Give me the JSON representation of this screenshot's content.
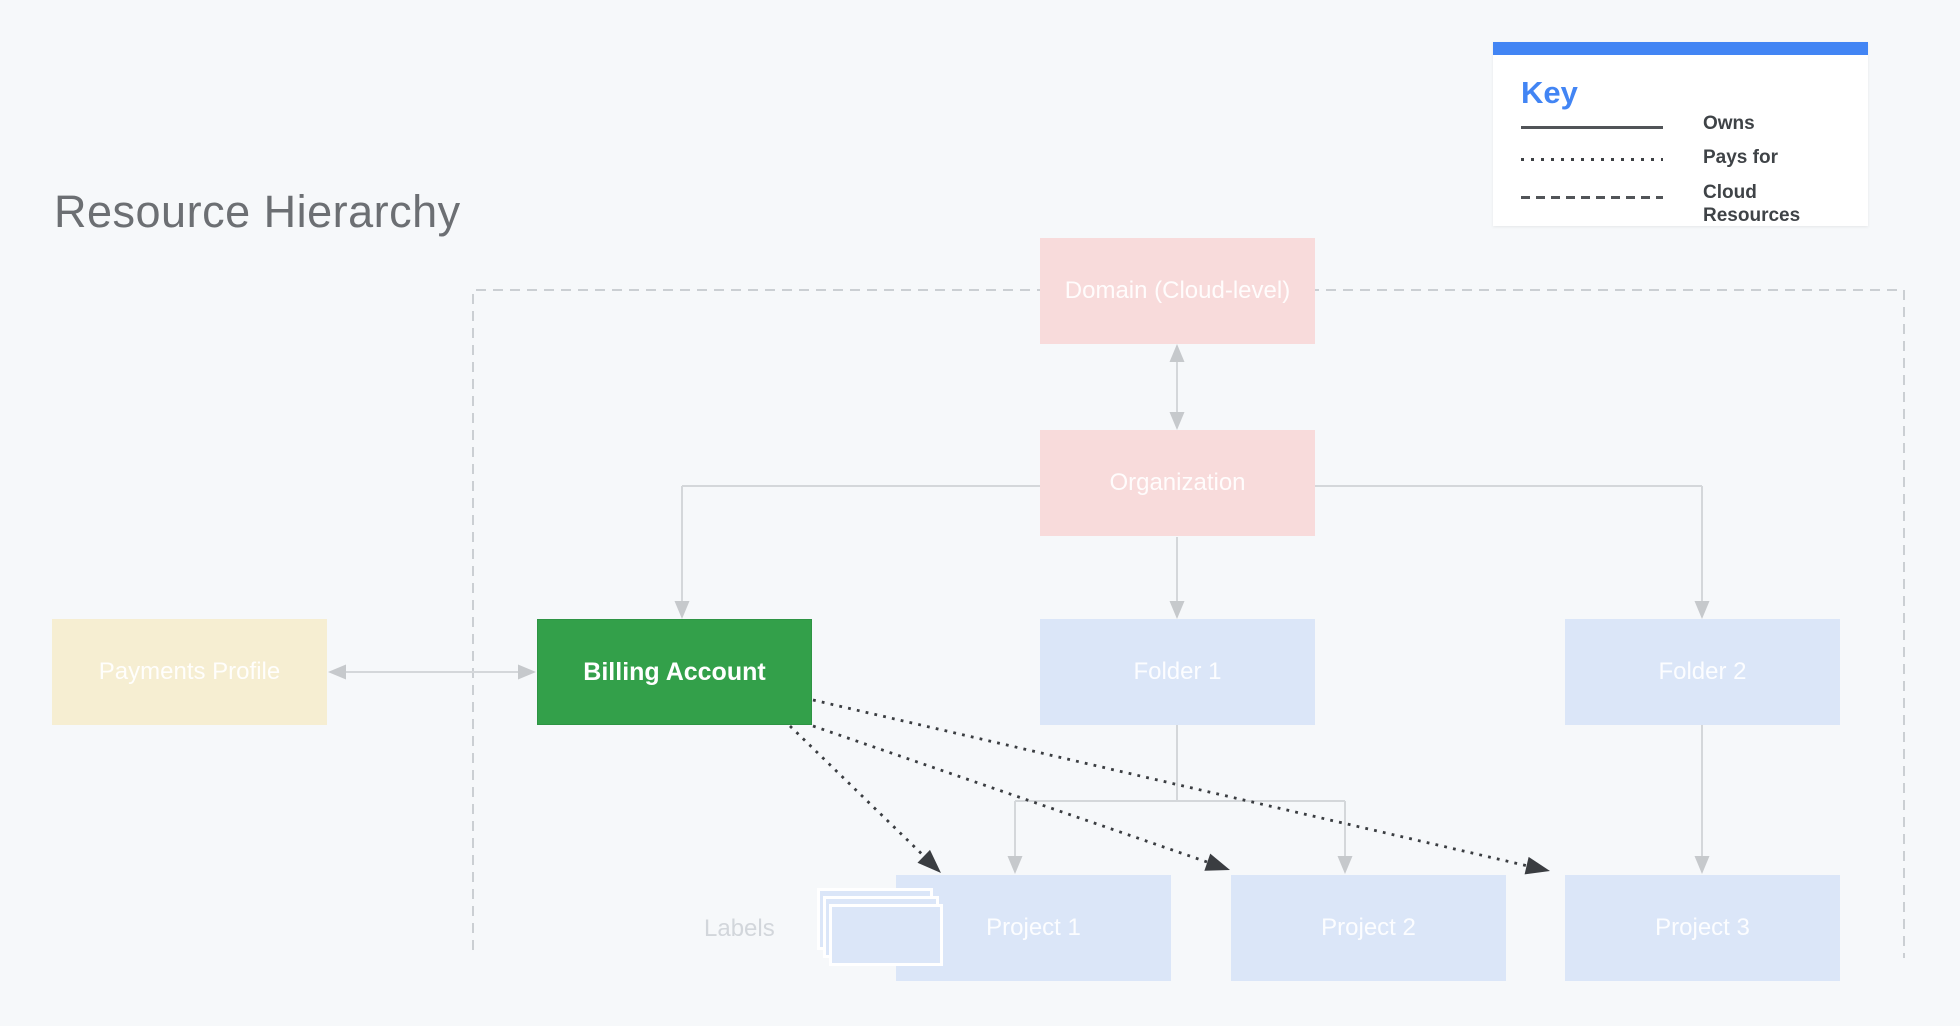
{
  "title": "Resource Hierarchy",
  "key": {
    "heading": "Key",
    "items": [
      {
        "style": "solid",
        "label": "Owns"
      },
      {
        "style": "dotted",
        "label": "Pays for"
      },
      {
        "style": "dashed",
        "label": "Cloud Resources"
      }
    ]
  },
  "nodes": {
    "domain": {
      "label": "Domain (Cloud-level)",
      "color": "#f8dbdb"
    },
    "organization": {
      "label": "Organization",
      "color": "#f8dbdb"
    },
    "payments": {
      "label": "Payments Profile",
      "color": "#f6eed2"
    },
    "billing": {
      "label": "Billing Account",
      "color": "#33a04a"
    },
    "folder1": {
      "label": "Folder 1",
      "color": "#dbe6f8"
    },
    "folder2": {
      "label": "Folder 2",
      "color": "#dbe6f8"
    },
    "project1": {
      "label": "Project 1",
      "color": "#dbe6f8"
    },
    "project2": {
      "label": "Project 2",
      "color": "#dbe6f8"
    },
    "project3": {
      "label": "Project 3",
      "color": "#dbe6f8"
    }
  },
  "labels_caption": "Labels",
  "colors": {
    "background": "#f6f8fa",
    "accent_blue": "#4285f4",
    "connector_gray": "#d4d7da",
    "arrowhead_gray": "#c6c9cc",
    "dashed_boundary_gray": "#cbcfd3",
    "pays_for_black": "#3a3d41",
    "title_gray": "#6c6f73"
  }
}
